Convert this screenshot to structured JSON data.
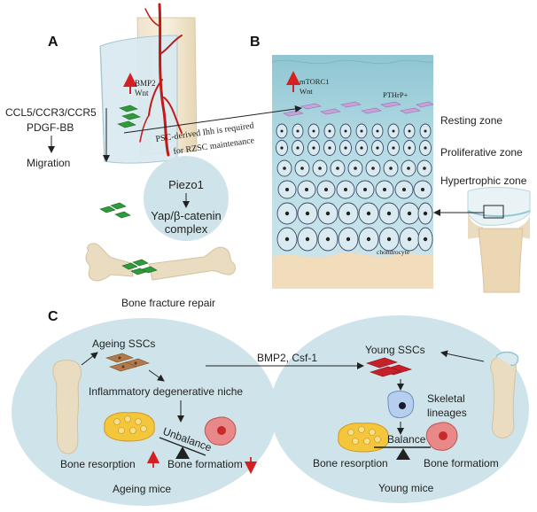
{
  "panels": {
    "a": "A",
    "b": "B",
    "c": "C"
  },
  "panel_a": {
    "bmp2": "BMP2",
    "wnt": "Wnt",
    "ccl5": "CCL5/CCR3/CCR5",
    "pdgf": "PDGF-BB",
    "migration": "Migration",
    "piezo1": "Piezo1",
    "yap_line1": "Yap/β-catenin",
    "yap_line2": "complex",
    "fracture": "Bone fracture repair"
  },
  "panel_b": {
    "mtorc1": "mTORC1",
    "wnt": "Wnt",
    "pthrp": "PTHrP+",
    "resting": "Resting zone",
    "proliferative": "Proliferative zone",
    "hypertrophic": "Hypertrophic zone",
    "chondrocyte": "chondrocyte",
    "ihh_line1": "PSC-derived Ihh is required",
    "ihh_line2": "for RZSC maintenance"
  },
  "panel_c": {
    "ageing_sscs": "Ageing SSCs",
    "niche": "Inflammatory degenerative niche",
    "unbalance": "Unbalance",
    "resorption_left": "Bone resorption",
    "formation_left": "Bone formatiom",
    "ageing_mice": "Ageing mice",
    "bmp2_csf": "BMP2, Csf-1",
    "young_sscs": "Young SSCs",
    "skeletal_line1": "Skeletal",
    "skeletal_line2": "lineages",
    "balance": "Balance",
    "resorption_right": "Bone resorption",
    "formation_right": "Bone formatiom",
    "young_mice": "Young mice"
  },
  "colors": {
    "ellipse_fill": "#cfe4ea",
    "arrow_red": "#d42020",
    "cell_green": "#2e9a3a",
    "ssc_brown": "#b07a4a",
    "ssc_red": "#c8202a",
    "bone": "#e9dcc0",
    "cartilage": "#d8eaf0"
  }
}
